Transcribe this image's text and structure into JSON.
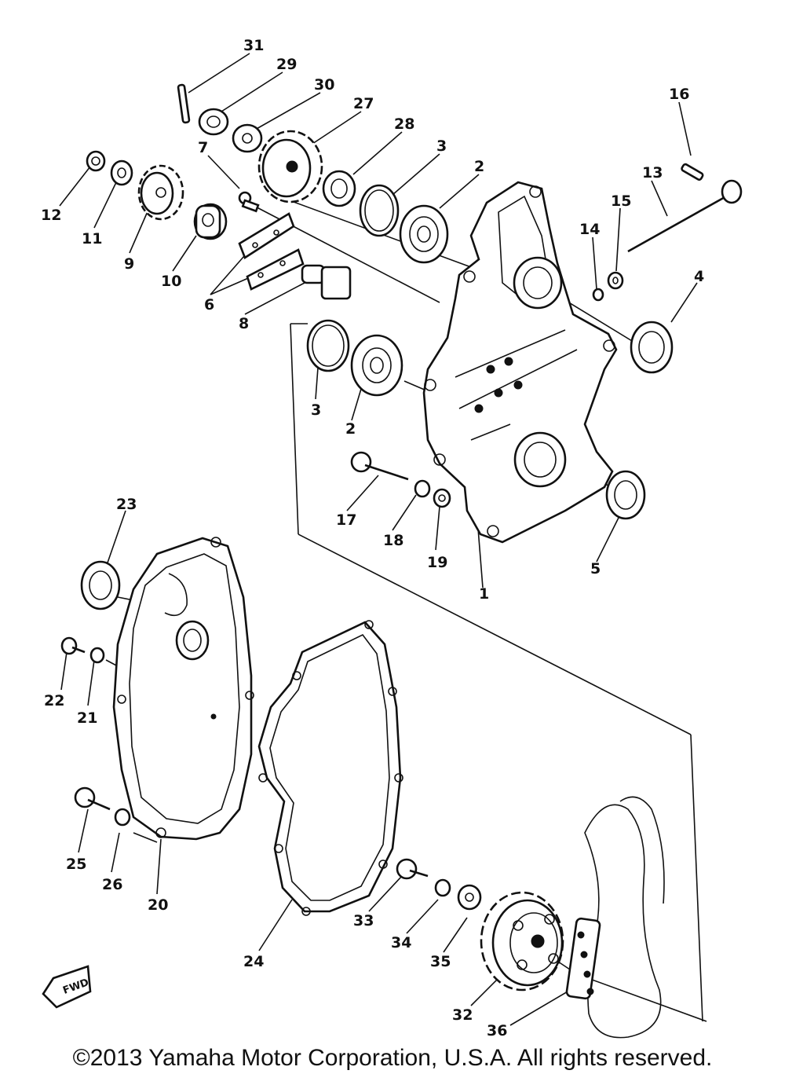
{
  "callouts": {
    "c1": "1",
    "c2a": "2",
    "c2b": "2",
    "c3a": "3",
    "c3b": "3",
    "c4": "4",
    "c5": "5",
    "c6": "6",
    "c7": "7",
    "c8": "8",
    "c9": "9",
    "c10": "10",
    "c11": "11",
    "c12": "12",
    "c13": "13",
    "c14": "14",
    "c15": "15",
    "c16": "16",
    "c17": "17",
    "c18": "18",
    "c19": "19",
    "c20": "20",
    "c21": "21",
    "c22": "22",
    "c23": "23",
    "c24": "24",
    "c25": "25",
    "c26": "26",
    "c27": "27",
    "c28": "28",
    "c29": "29",
    "c30": "30",
    "c31": "31",
    "c32": "32",
    "c33": "33",
    "c34": "34",
    "c35": "35",
    "c36": "36"
  },
  "fwd_badge": "FWD",
  "copyright": "©2013 Yamaha Motor Corporation, U.S.A. All rights reserved."
}
